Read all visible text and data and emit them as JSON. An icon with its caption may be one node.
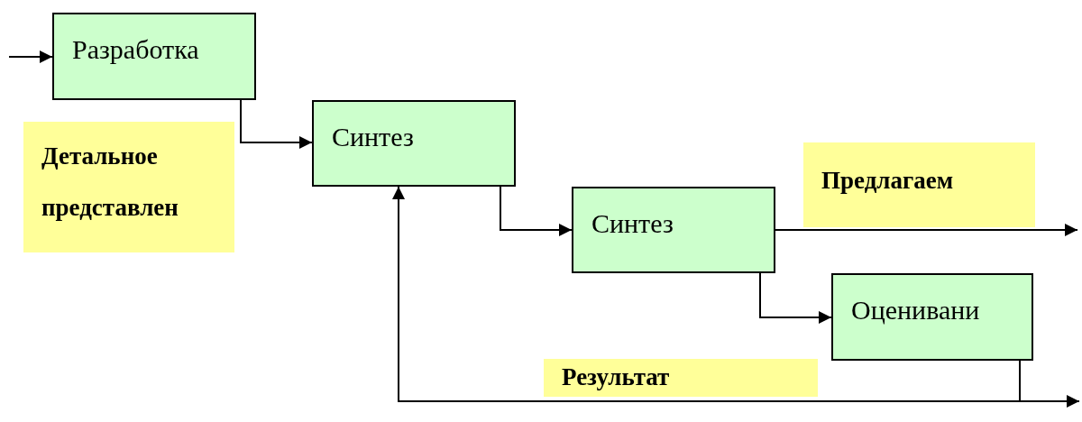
{
  "diagram": {
    "nodes": [
      {
        "text": [
          "Разработка"
        ]
      },
      {
        "text": [
          "Синтез"
        ]
      },
      {
        "text": [
          "Синтез"
        ]
      },
      {
        "text": [
          "Оценивани"
        ]
      },
      {
        "text": [
          "Детальное представлен"
        ]
      },
      {
        "text": [
          "Предлагаем"
        ]
      },
      {
        "text": [
          "Результат"
        ]
      }
    ],
    "edges": [
      {
        "from": null,
        "to": 0,
        "arrow": "to"
      },
      {
        "from": 0,
        "to": 1,
        "arrow": "to"
      },
      {
        "from": 1,
        "to": 2,
        "arrow": "to"
      },
      {
        "from": 2,
        "to": null,
        "arrow": "to"
      },
      {
        "from": 2,
        "to": 3,
        "arrow": "to"
      },
      {
        "from": 3,
        "to": 1,
        "arrow": "to"
      },
      {
        "from": 3,
        "to": null,
        "arrow": "to"
      }
    ]
  }
}
